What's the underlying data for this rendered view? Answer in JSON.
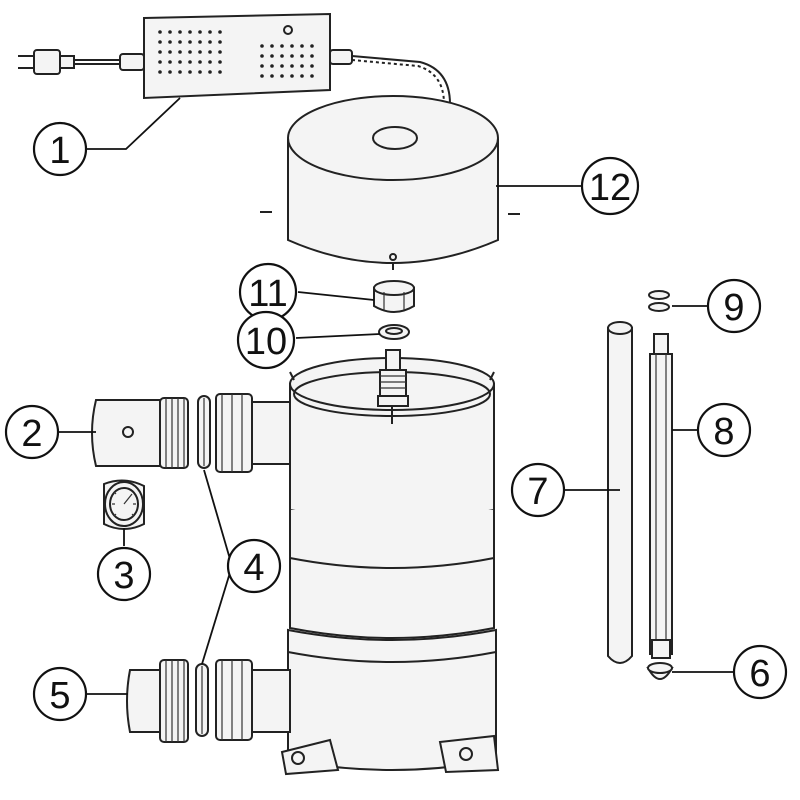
{
  "colors": {
    "line": "#222222",
    "fill": "#f4f4f4",
    "background": "#ffffff"
  },
  "callouts": {
    "c1": "1",
    "c2": "2",
    "c3": "3",
    "c4": "4",
    "c5": "5",
    "c6": "6",
    "c7": "7",
    "c8": "8",
    "c9": "9",
    "c10": "10",
    "c11": "11",
    "c12": "12"
  }
}
